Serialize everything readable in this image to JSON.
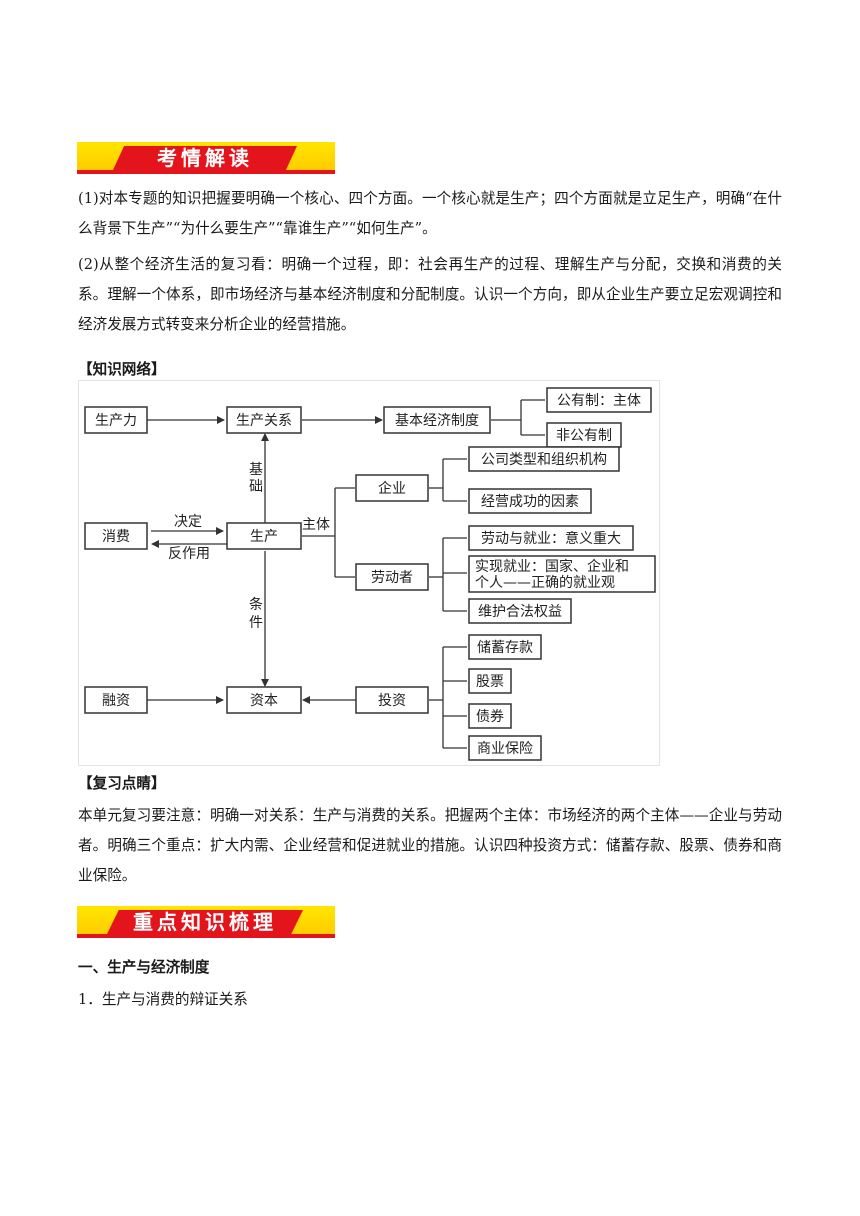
{
  "banners": {
    "exam_analysis": "考情解读",
    "key_knowledge": "重点知识梳理"
  },
  "exam_analysis": {
    "paragraph1": "(1)对本专题的知识把握要明确一个核心、四个方面。一个核心就是生产；四个方面就是立足生产，明确“在什么背景下生产”“为什么要生产”“靠谁生产”“如何生产”。",
    "paragraph2": "(2)从整个经济生活的复习看：明确一个过程，即：社会再生产的过程、理解生产与分配，交换和消费的关系。理解一个体系，即市场经济与基本经济制度和分配制度。认识一个方向，即从企业生产要立足宏观调控和经济发展方式转变来分析企业的经营措施。"
  },
  "knowledge_network": {
    "heading": "【知识网络】",
    "nodes": {
      "productive_forces": "生产力",
      "relations_of_production": "生产关系",
      "basic_economic_system": "基本经济制度",
      "public_ownership": "公有制：主体",
      "non_public_ownership": "非公有制",
      "consumption": "消费",
      "production": "生产",
      "enterprise": "企业",
      "company_types": "公司类型和组织机构",
      "success_factors": "经营成功的因素",
      "laborers": "劳动者",
      "labor_employment": "劳动与就业：意义重大",
      "realize_employment_line1": "实现就业：国家、企业和",
      "realize_employment_line2": "个人——正确的就业观",
      "protect_rights": "维护合法权益",
      "financing": "融资",
      "capital": "资本",
      "investment": "投资",
      "savings": "储蓄存款",
      "stocks": "股票",
      "bonds": "债券",
      "insurance": "商业保险"
    },
    "edge_labels": {
      "basis_1": "基",
      "basis_2": "础",
      "decides": "决定",
      "reacts": "反作用",
      "subject": "主体",
      "condition_1": "条",
      "condition_2": "件"
    }
  },
  "review_focus": {
    "heading": "【复习点睛】",
    "text": "本单元复习要注意：明确一对关系：生产与消费的关系。把握两个主体：市场经济的两个主体——企业与劳动者。明确三个重点：扩大内需、企业经营和促进就业的措施。认识四种投资方式：储蓄存款、股票、债券和商业保险。"
  },
  "section": {
    "title": "一、生产与经济制度",
    "subtitle": "1．生产与消费的辩证关系"
  }
}
